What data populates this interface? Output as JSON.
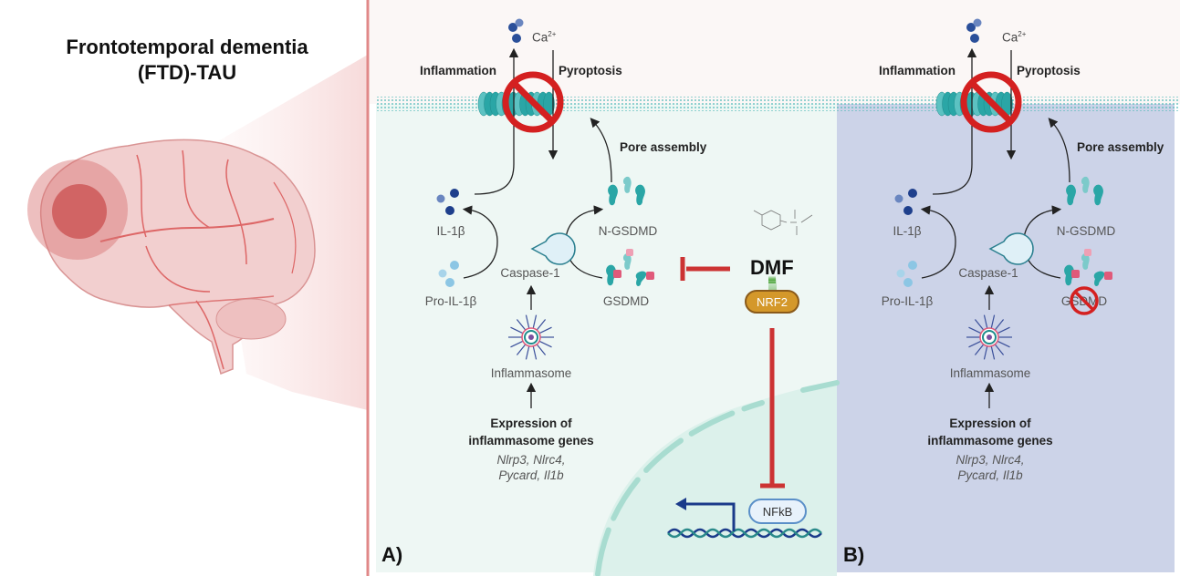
{
  "title": {
    "line1": "Frontotemporal dementia",
    "line2": "(FTD)-TAU"
  },
  "colors": {
    "extracellular": "#fbf7f6",
    "cytoplasm_a": "#eef7f4",
    "cytoplasm_b": "#ccd3e8",
    "membrane": "#4fb8b8",
    "inhibit_red": "#cc3333",
    "activate_green": "#55aa44",
    "nrf2_fill": "#d4982a",
    "frame_pink": "#e08888"
  },
  "panel_a": {
    "letter": "A)",
    "ion_label": "Ca",
    "ion_sup": "2+",
    "inflammation": "Inflammation",
    "pyroptosis": "Pyroptosis",
    "pore_assembly": "Pore assembly",
    "il1b": "IL-1β",
    "pro_il1b": "Pro-IL-1β",
    "caspase": "Caspase-1",
    "n_gsdmd": "N-GSDMD",
    "gsdmd": "GSDMD",
    "inflammasome": "Inflammasome",
    "expression_line1": "Expression of",
    "expression_line2": "inflammasome genes",
    "genes_line1": "Nlrp3, Nlrc4,",
    "genes_line2": "Pycard, Il1b",
    "drug": "DMF",
    "nrf2": "NRF2",
    "nfkb": "NFkB"
  },
  "panel_b": {
    "letter": "B)",
    "ion_label": "Ca",
    "ion_sup": "2+",
    "inflammation": "Inflammation",
    "pyroptosis": "Pyroptosis",
    "pore_assembly": "Pore assembly",
    "il1b": "IL-1β",
    "pro_il1b": "Pro-IL-1β",
    "caspase": "Caspase-1",
    "n_gsdmd": "N-GSDMD",
    "gsdmd": "GSDMD",
    "inflammasome": "Inflammasome",
    "expression_line1": "Expression of",
    "expression_line2": "inflammasome genes",
    "genes_line1": "Nlrp3, Nlrc4,",
    "genes_line2": "Pycard, Il1b"
  }
}
